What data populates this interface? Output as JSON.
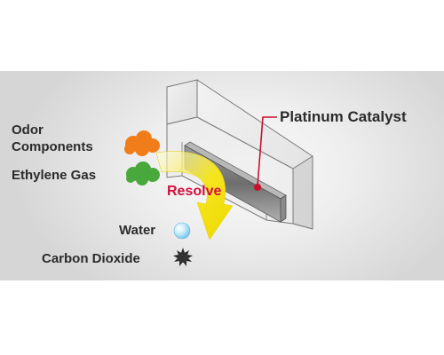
{
  "labels": {
    "odor_components": "Odor\nComponents",
    "ethylene_gas": "Ethylene Gas",
    "platinum_catalyst": "Platinum Catalyst",
    "resolve": "Resolve",
    "water": "Water",
    "carbon_dioxide": "Carbon Dioxide"
  },
  "colors": {
    "odor_blob": "#f07d1a",
    "ethylene_blob": "#49a83c",
    "resolve_text": "#d3103a",
    "arrow": "#f5e51f",
    "water_sphere": "#9fd8f5",
    "co2_particle": "#2a2a2a",
    "leader_line": "#c8102e"
  },
  "icons": {
    "odor": "orange-cloud-icon",
    "ethylene": "green-cloud-icon",
    "water": "water-sphere-icon",
    "co2": "spiky-particle-icon"
  }
}
